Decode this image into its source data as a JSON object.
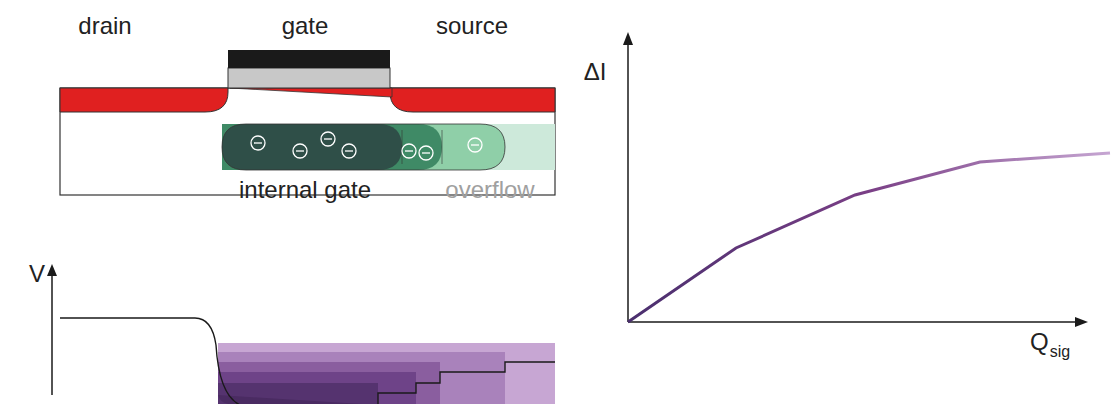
{
  "diagram": {
    "labels": [
      "drain",
      "gate",
      "source",
      "internal gate",
      "overflow",
      "V",
      "ΔI",
      "Q",
      "sig"
    ]
  }
}
